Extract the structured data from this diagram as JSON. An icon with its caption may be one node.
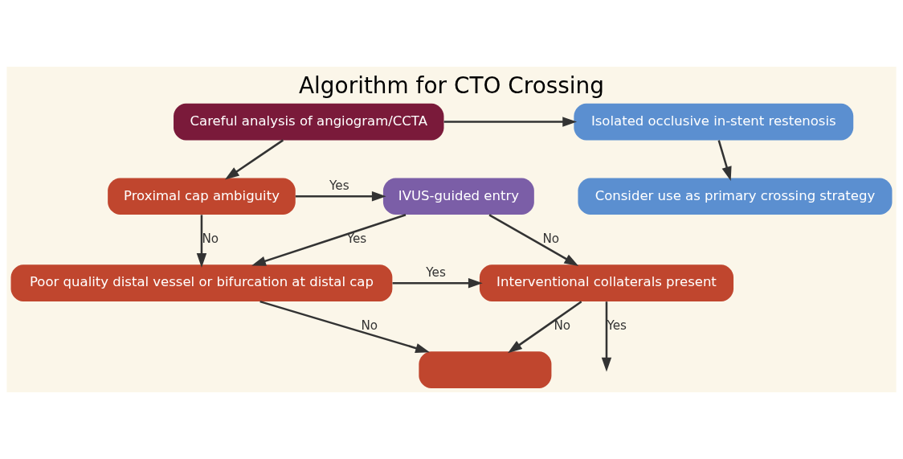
{
  "diagram": {
    "title": "Algorithm for CTO Crossing",
    "nodes": [
      {
        "text": [
          "Careful analysis of angiogram/CCTA"
        ]
      },
      {
        "text": [
          "Isolated occlusive in-stent restenosis"
        ]
      },
      {
        "text": [
          "Proximal cap ambiguity"
        ]
      },
      {
        "text": [
          "IVUS-guided entry"
        ]
      },
      {
        "text": [
          "Consider use as primary crossing strategy"
        ]
      },
      {
        "text": [
          "Poor quality distal vessel or bifurcation at distal cap"
        ]
      },
      {
        "text": [
          "Interventional collaterals present"
        ]
      },
      {
        "text": [],
        "shape": "box"
      }
    ],
    "edges": [
      {
        "from": 0,
        "to": 1,
        "arrow": "to"
      },
      {
        "from": 1,
        "to": 4,
        "arrow": "to"
      },
      {
        "from": 0,
        "to": 2,
        "arrow": "to"
      },
      {
        "from": 2,
        "to": 3,
        "arrow": "to",
        "label": "Yes"
      },
      {
        "from": 2,
        "to": 5,
        "arrow": "to",
        "label": "No"
      },
      {
        "from": 3,
        "to": 5,
        "arrow": "to",
        "label": "Yes"
      },
      {
        "from": 3,
        "to": 6,
        "arrow": "to",
        "label": "No"
      },
      {
        "from": 5,
        "to": 6,
        "arrow": "to",
        "label": "Yes"
      },
      {
        "from": 5,
        "to": 7,
        "arrow": "to",
        "label": "No"
      },
      {
        "from": 6,
        "to": 7,
        "arrow": "to",
        "label": "No"
      },
      {
        "from": 6,
        "to": null,
        "arrow": "to",
        "label": "Yes"
      }
    ]
  }
}
